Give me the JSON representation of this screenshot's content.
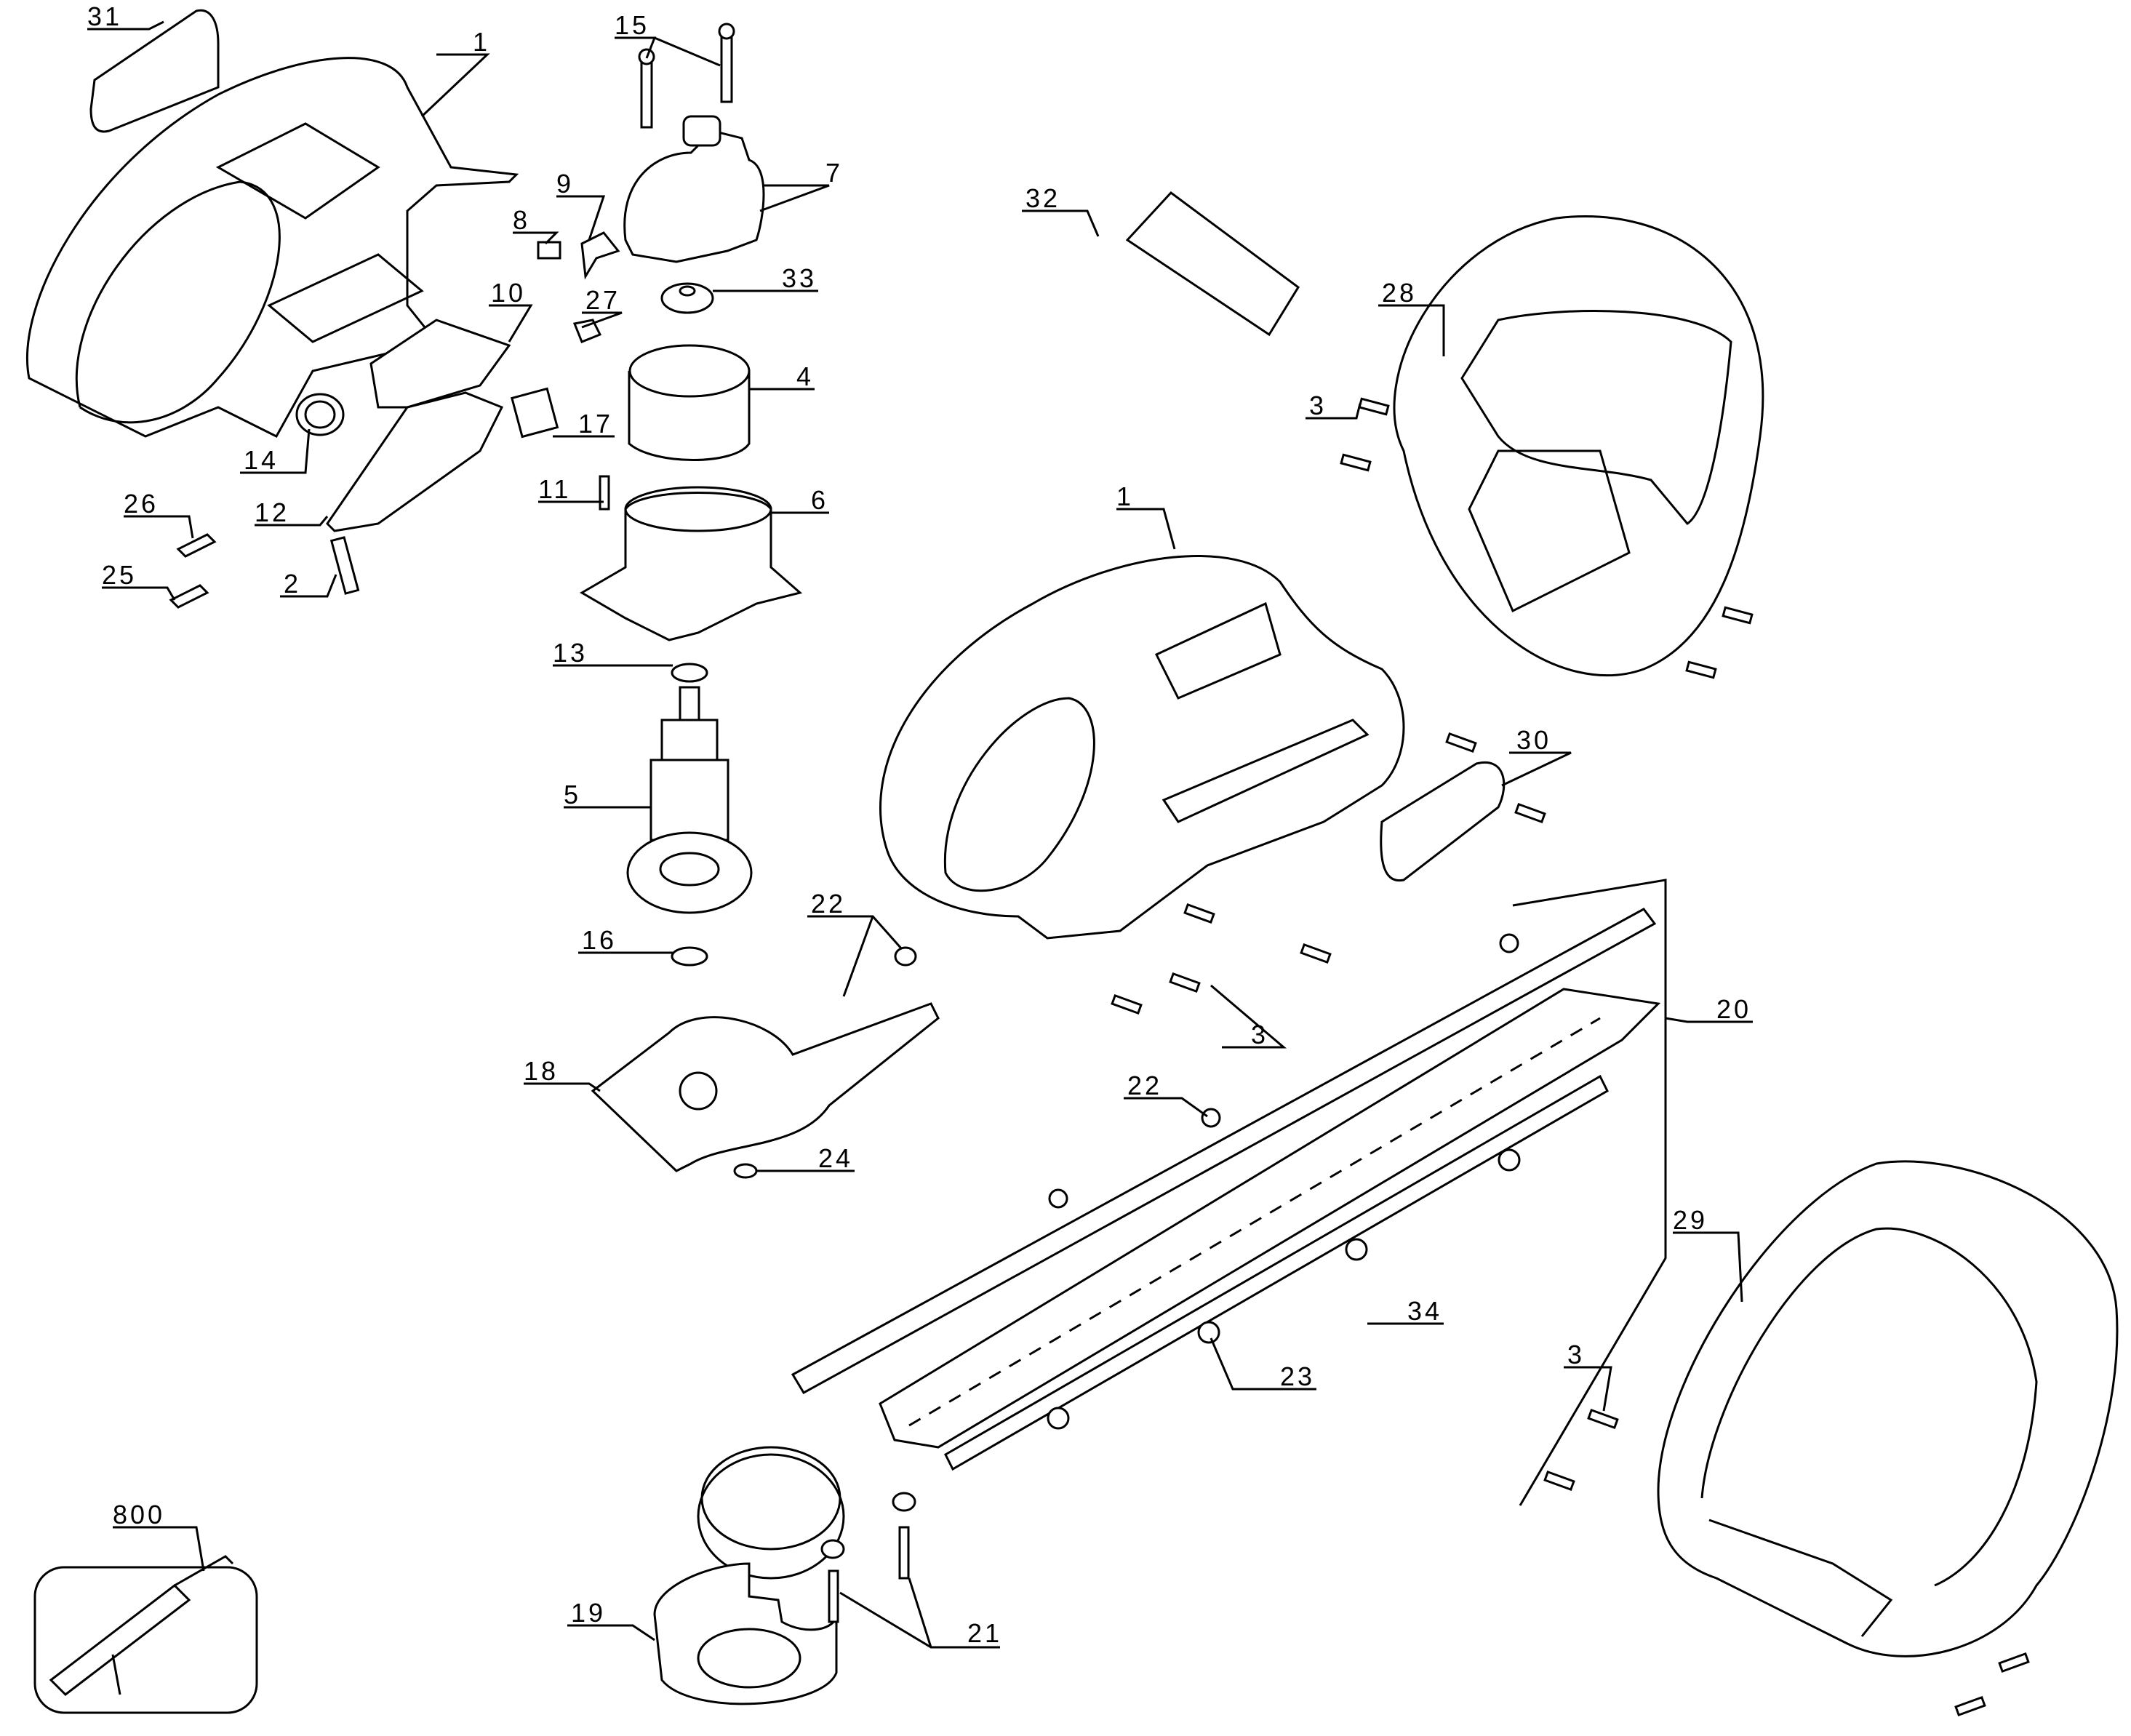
{
  "diagram": {
    "type": "exploded parts diagram",
    "subject": "hedge trimmer",
    "colors": {
      "line": "#000000",
      "background": "#ffffff"
    },
    "callouts": [
      {
        "id": "c31",
        "label": "31",
        "part": "label-decal"
      },
      {
        "id": "c1a",
        "label": "1",
        "part": "housing-half-left"
      },
      {
        "id": "c15",
        "label": "15",
        "part": "screws"
      },
      {
        "id": "c9",
        "label": "9",
        "part": "terminal"
      },
      {
        "id": "c7",
        "label": "7",
        "part": "brush-holder"
      },
      {
        "id": "c8",
        "label": "8",
        "part": "brush"
      },
      {
        "id": "c33",
        "label": "33",
        "part": "bushing"
      },
      {
        "id": "c27",
        "label": "27",
        "part": "clip"
      },
      {
        "id": "c10",
        "label": "10",
        "part": "switch-lever"
      },
      {
        "id": "c4",
        "label": "4",
        "part": "field-stator"
      },
      {
        "id": "c17",
        "label": "17",
        "part": "switch"
      },
      {
        "id": "c14",
        "label": "14",
        "part": "spring"
      },
      {
        "id": "c12",
        "label": "12",
        "part": "trigger"
      },
      {
        "id": "c11",
        "label": "11",
        "part": "pin"
      },
      {
        "id": "c6",
        "label": "6",
        "part": "motor-housing"
      },
      {
        "id": "c26",
        "label": "26",
        "part": "terminal-plate"
      },
      {
        "id": "c25",
        "label": "25",
        "part": "terminal-plate"
      },
      {
        "id": "c2",
        "label": "2",
        "part": "spring"
      },
      {
        "id": "c13",
        "label": "13",
        "part": "washer"
      },
      {
        "id": "c5",
        "label": "5",
        "part": "armature"
      },
      {
        "id": "c16",
        "label": "16",
        "part": "washer"
      },
      {
        "id": "c22a",
        "label": "22",
        "part": "nut"
      },
      {
        "id": "c18",
        "label": "18",
        "part": "gear-case"
      },
      {
        "id": "c24",
        "label": "24",
        "part": "washer"
      },
      {
        "id": "c32",
        "label": "32",
        "part": "label-decal"
      },
      {
        "id": "c28",
        "label": "28",
        "part": "rear-handle-cover"
      },
      {
        "id": "c3a",
        "label": "3",
        "part": "screw"
      },
      {
        "id": "c1b",
        "label": "1",
        "part": "housing-assembled"
      },
      {
        "id": "c30",
        "label": "30",
        "part": "label-decal"
      },
      {
        "id": "c3b",
        "label": "3",
        "part": "screw"
      },
      {
        "id": "c20",
        "label": "20",
        "part": "blade-assembly"
      },
      {
        "id": "c22b",
        "label": "22",
        "part": "nut"
      },
      {
        "id": "c34",
        "label": "34",
        "part": "bolt"
      },
      {
        "id": "c23",
        "label": "23",
        "part": "spacer"
      },
      {
        "id": "c29",
        "label": "29",
        "part": "front-handle"
      },
      {
        "id": "c3c",
        "label": "3",
        "part": "screw"
      },
      {
        "id": "c19",
        "label": "19",
        "part": "gear-cover"
      },
      {
        "id": "c21",
        "label": "21",
        "part": "bolt"
      },
      {
        "id": "c800",
        "label": "800",
        "part": "cord-retainer-kit"
      }
    ]
  }
}
